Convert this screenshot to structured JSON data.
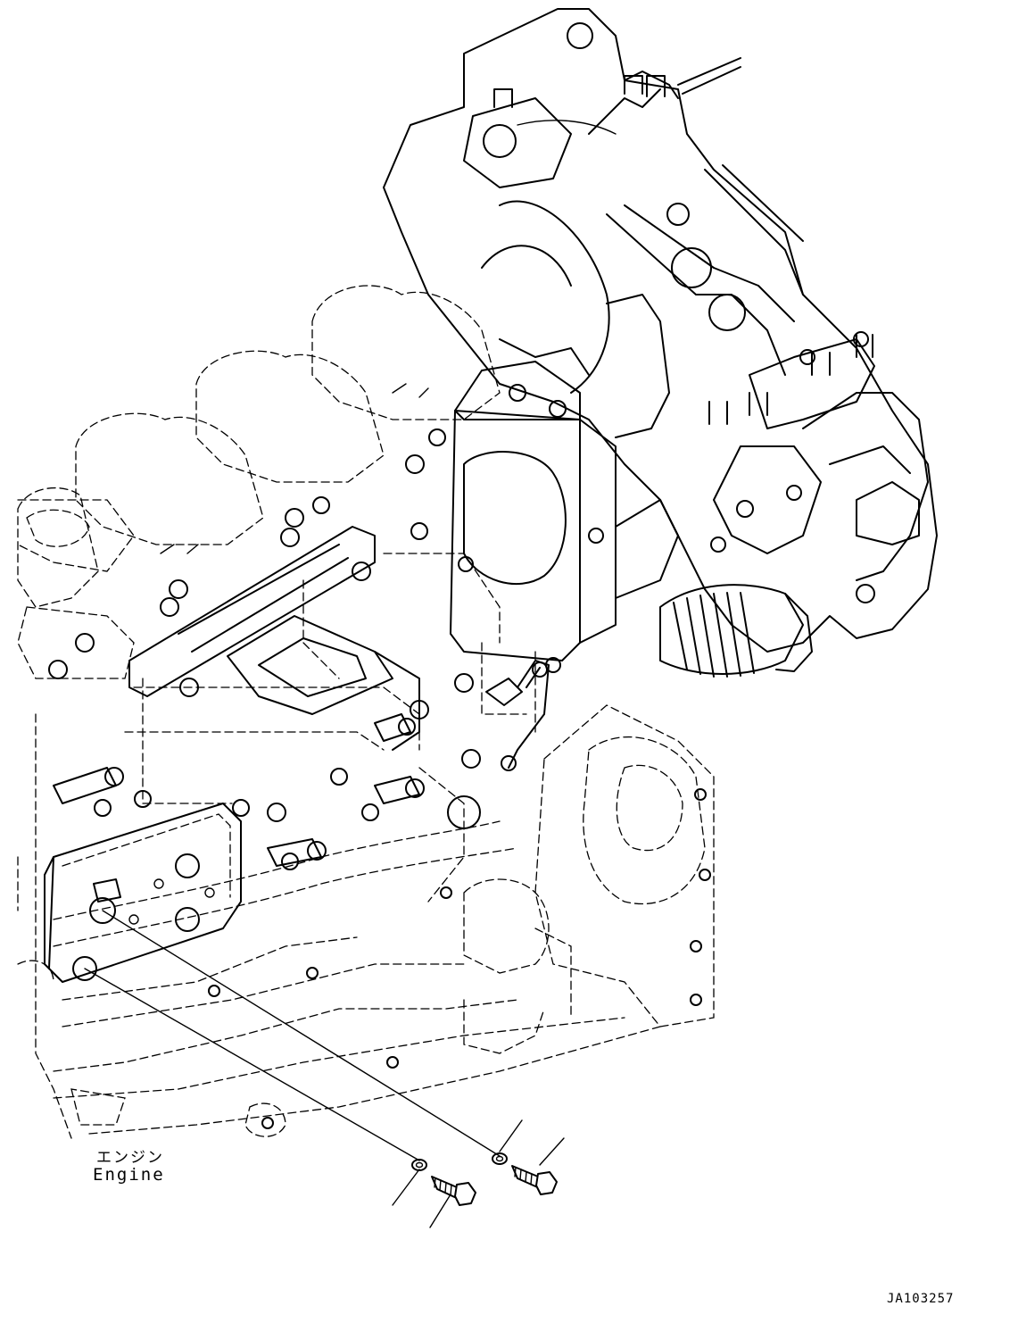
{
  "labels": {
    "engine_jp": "エンジン",
    "engine_en": "Engine"
  },
  "drawing_number": "JA103257",
  "colors": {
    "line": "#000000",
    "background": "#ffffff"
  }
}
